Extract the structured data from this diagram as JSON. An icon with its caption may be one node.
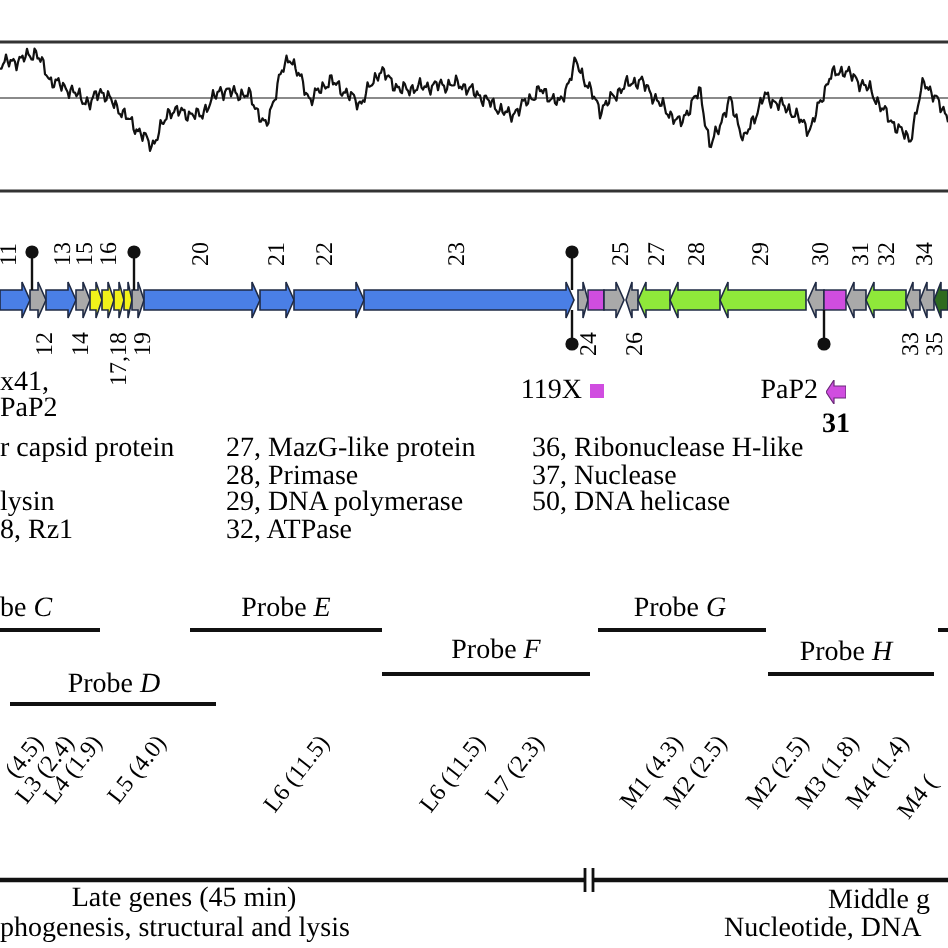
{
  "diagram": {
    "labels": [
      "11",
      "13",
      "15",
      "16",
      "20",
      "21",
      "22",
      "23",
      "25",
      "27",
      "28",
      "29",
      "30",
      "31",
      "32",
      "34",
      "12",
      "14",
      "17,18",
      "19",
      "24",
      "26",
      "33",
      "35",
      "x41, PaP2",
      "31",
      "r capsid protein",
      "27, MazG-like protein",
      "36, Ribonuclease H-like",
      "28, Primase",
      "37, Nuclease",
      "lysin",
      "29, DNA polymerase",
      "50, DNA helicase",
      "8, Rz1",
      "32, ATPase",
      "be *C*",
      "Probe *E*",
      "Probe *G*",
      "Probe *F*",
      "Probe *H*",
      "Probe *D*",
      "(4.5)",
      "L3 (2.4)",
      "L4 (1.9)",
      "L5 (4.0)",
      "L6 (11.5)",
      "L6 (11.5)",
      "L7 (2.3)",
      "M1 (4.3)",
      "M2 (2.5)",
      "M2 (2.5)",
      "M3 (1.8)",
      "M4 (1.4)",
      "M4 (",
      "Late genes (45 min)",
      "phogenesis, structural and lysis",
      "Middle g",
      "Nucleotide, DNA"
    ],
    "legend": [
      {
        "text": "119X",
        "color": "#d04de0"
      },
      {
        "text": "PaP2"
      }
    ]
  }
}
